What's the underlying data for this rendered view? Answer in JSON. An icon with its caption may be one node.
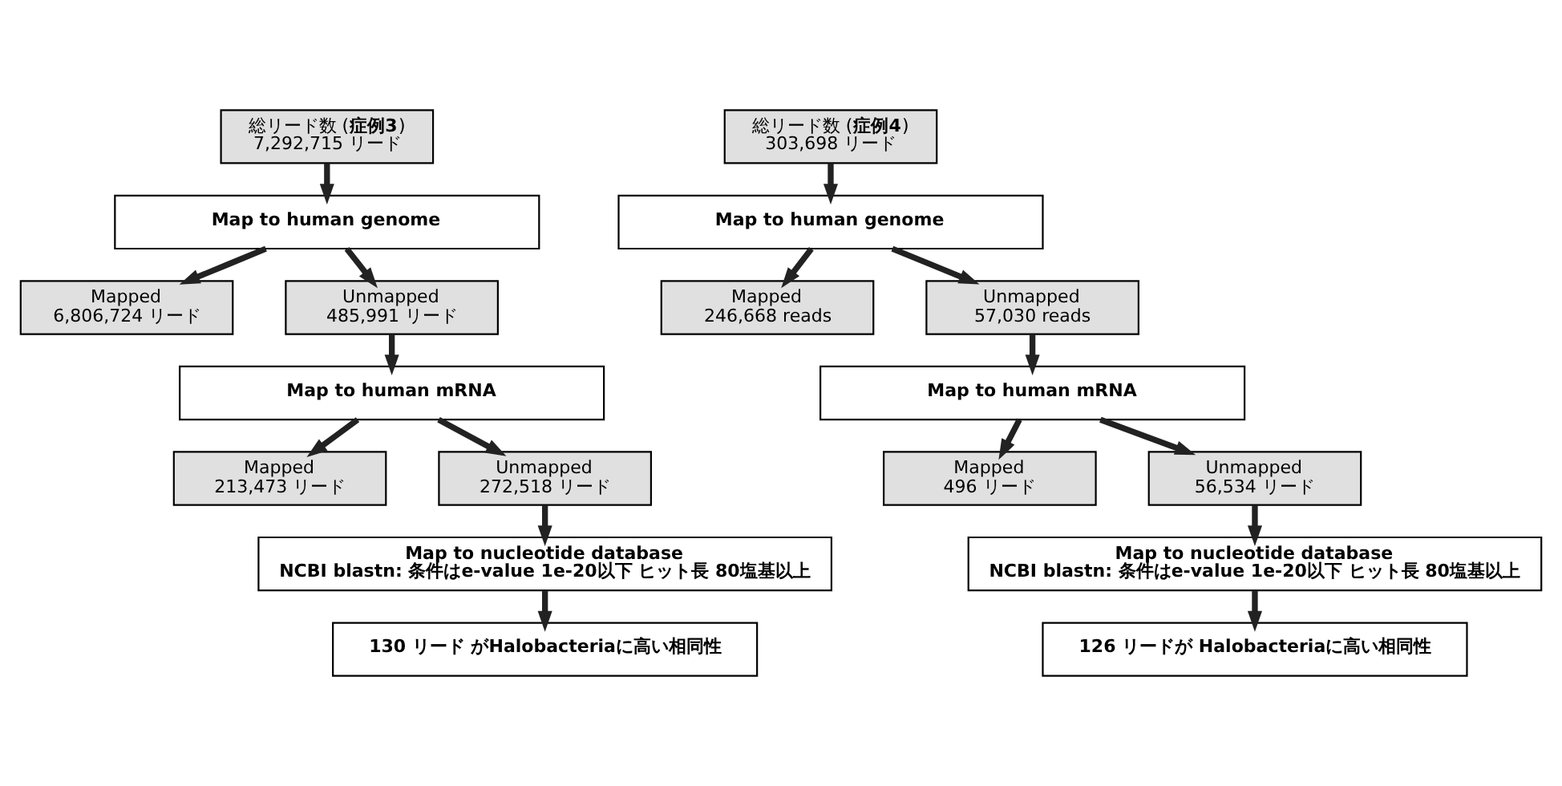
{
  "diagram": {
    "nodes": [
      {
        "text": [
          "総リード数 (**症例3**)",
          "7,292,715 リード"
        ]
      },
      {
        "text": [
          "Map to human genome"
        ]
      },
      {
        "text": [
          "Mapped",
          "6,806,724 リード"
        ]
      },
      {
        "text": [
          "Unmapped",
          "485,991 リード"
        ]
      },
      {
        "text": [
          "Map to human mRNA"
        ]
      },
      {
        "text": [
          "Mapped",
          "213,473 リード"
        ]
      },
      {
        "text": [
          "Unmapped",
          "272,518 リード"
        ]
      },
      {
        "text": [
          "Map to nucleotide database",
          "NCBI blastn: 条件はe-value 1e-20以下 ヒット長 80塩基以上"
        ]
      },
      {
        "text": [
          "130 リード がHalobacteriaに高い相同性"
        ]
      },
      {
        "text": [
          "総リード数 (**症例4**)",
          "303,698 リード"
        ]
      },
      {
        "text": [
          "Map to human genome"
        ]
      },
      {
        "text": [
          "Mapped",
          "246,668 reads"
        ]
      },
      {
        "text": [
          "Unmapped",
          "57,030 reads"
        ]
      },
      {
        "text": [
          "Map to human mRNA"
        ]
      },
      {
        "text": [
          "Mapped",
          "496 リード"
        ]
      },
      {
        "text": [
          "Unmapped",
          "56,534 リード"
        ]
      },
      {
        "text": [
          "Map to nucleotide database",
          "NCBI blastn: 条件はe-value 1e-20以下 ヒット長 80塩基以上"
        ]
      },
      {
        "text": [
          "126 リードが Halobacteriaに高い相同性"
        ]
      }
    ],
    "edges": [
      {
        "from": 0,
        "to": 1,
        "arrow": "to"
      },
      {
        "from": 1,
        "to": 2,
        "arrow": "to"
      },
      {
        "from": 1,
        "to": 3,
        "arrow": "to"
      },
      {
        "from": 3,
        "to": 4,
        "arrow": "to"
      },
      {
        "from": 4,
        "to": 5,
        "arrow": "to"
      },
      {
        "from": 4,
        "to": 6,
        "arrow": "to"
      },
      {
        "from": 6,
        "to": 7,
        "arrow": "to"
      },
      {
        "from": 7,
        "to": 8,
        "arrow": "to"
      },
      {
        "from": 9,
        "to": 10,
        "arrow": "to"
      },
      {
        "from": 10,
        "to": 11,
        "arrow": "to"
      },
      {
        "from": 10,
        "to": 12,
        "arrow": "to"
      },
      {
        "from": 12,
        "to": 13,
        "arrow": "to"
      },
      {
        "from": 13,
        "to": 14,
        "arrow": "to"
      },
      {
        "from": 13,
        "to": 15,
        "arrow": "to"
      },
      {
        "from": 15,
        "to": 16,
        "arrow": "to"
      },
      {
        "from": 16,
        "to": 17,
        "arrow": "to"
      }
    ]
  }
}
